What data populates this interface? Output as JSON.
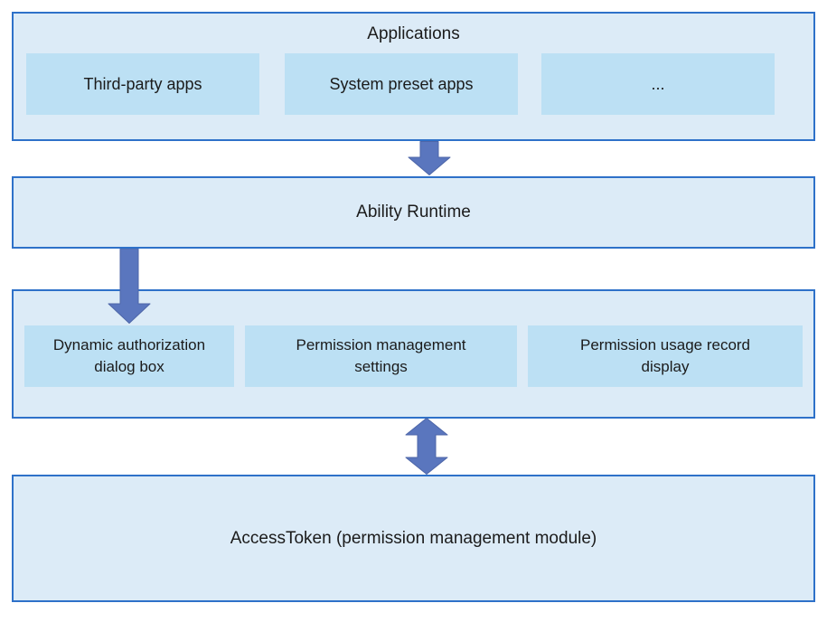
{
  "colors": {
    "background": "#FFFFFF",
    "container_fill": "#DCEBF7",
    "item_fill": "#BCE0F4",
    "border": "#2E71C9",
    "arrow_fill": "#5A76BE",
    "arrow_stroke": "#4D66A8",
    "text": "#1B1B1B"
  },
  "layers": {
    "applications": {
      "title": "Applications",
      "items": [
        {
          "label": "Third-party apps"
        },
        {
          "label": "System preset apps"
        },
        {
          "label": "..."
        }
      ]
    },
    "ability_runtime": {
      "title": "Ability Runtime"
    },
    "permission_ui": {
      "items": [
        {
          "label": "Dynamic authorization\ndialog box"
        },
        {
          "label": "Permission management\nsettings"
        },
        {
          "label": "Permission usage record\ndisplay"
        }
      ]
    },
    "access_token": {
      "title": "AccessToken (permission management module)"
    }
  }
}
